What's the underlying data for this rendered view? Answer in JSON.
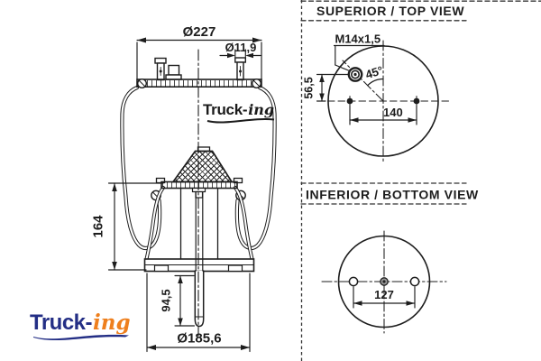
{
  "brand": {
    "bold": "Truck-",
    "script": "ing"
  },
  "colors": {
    "navy": "#232e85",
    "orange": "#ee7f1d",
    "line": "#1d1d1d"
  },
  "elevation": {
    "dim_top_diameter": "Ø227",
    "dim_stud_diameter": "Ø11,9",
    "dim_height": "164",
    "dim_lower_stud_length": "94,5",
    "dim_bottom_diameter": "Ø185,6"
  },
  "top_view": {
    "title": "SUPERIOR / TOP VIEW",
    "dim_thread": "M14x1,5",
    "dim_angle": "45°",
    "dim_offset": "56,5",
    "dim_bolt_spacing": "140"
  },
  "bottom_view": {
    "title": "INFERIOR / BOTTOM VIEW",
    "dim_bolt_spacing": "127"
  }
}
